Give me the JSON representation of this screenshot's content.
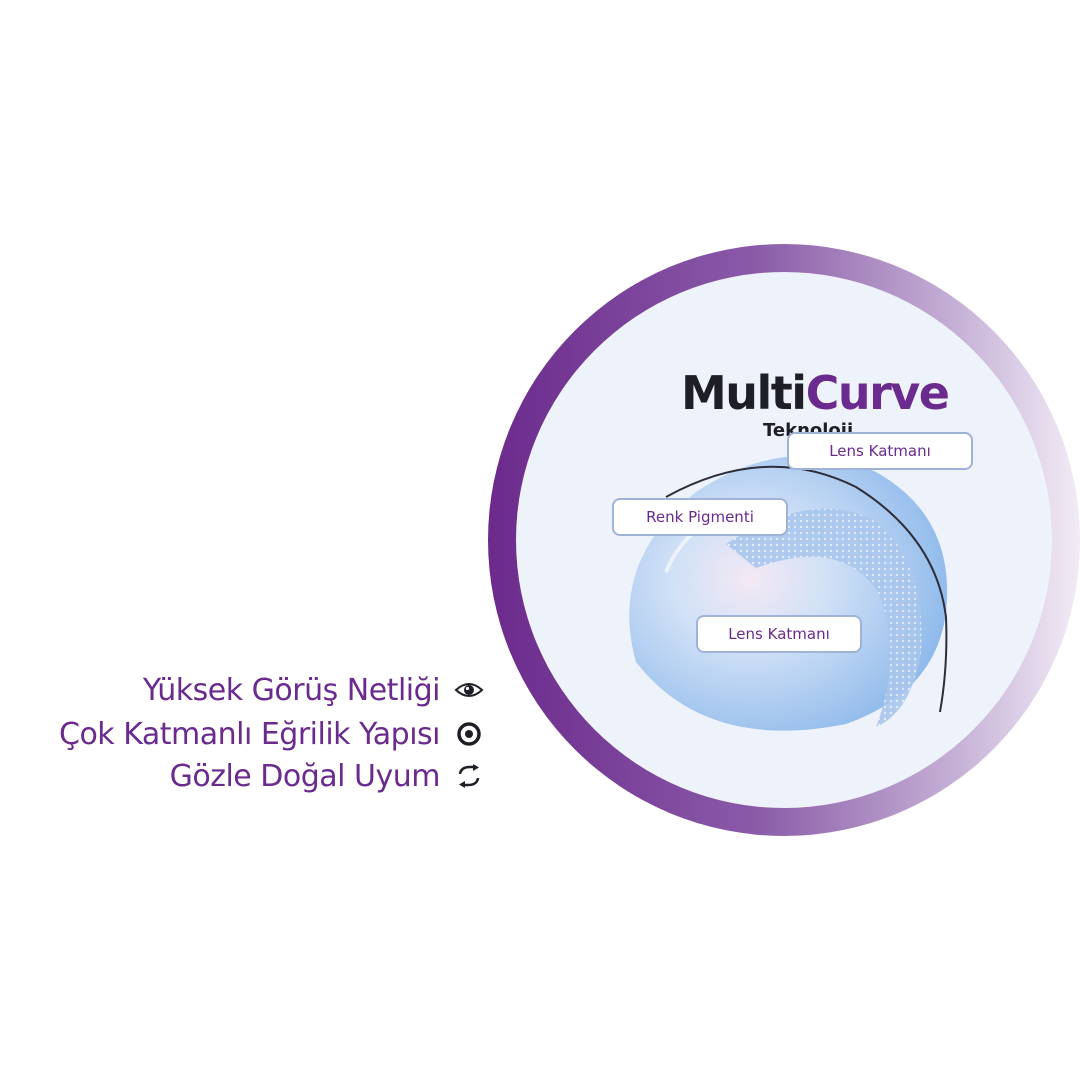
{
  "brand": {
    "title_part1": "Multi",
    "title_part2": "Curve",
    "subtitle": "Teknoloji",
    "colors": {
      "purple": "#6a2a8e",
      "dark": "#1e1e26",
      "lens_blue": "#bcd6f4"
    }
  },
  "callouts": [
    {
      "label": "Lens Katmanı"
    },
    {
      "label": "Renk Pigmenti"
    },
    {
      "label": "Lens Katmanı"
    }
  ],
  "features": [
    {
      "label": "Yüksek Görüş Netliği",
      "icon": "eye-icon"
    },
    {
      "label": "Çok Katmanlı Eğrilik Yapısı",
      "icon": "target-icon"
    },
    {
      "label": "Gözle Doğal Uyum",
      "icon": "sync-arrows-icon"
    }
  ]
}
